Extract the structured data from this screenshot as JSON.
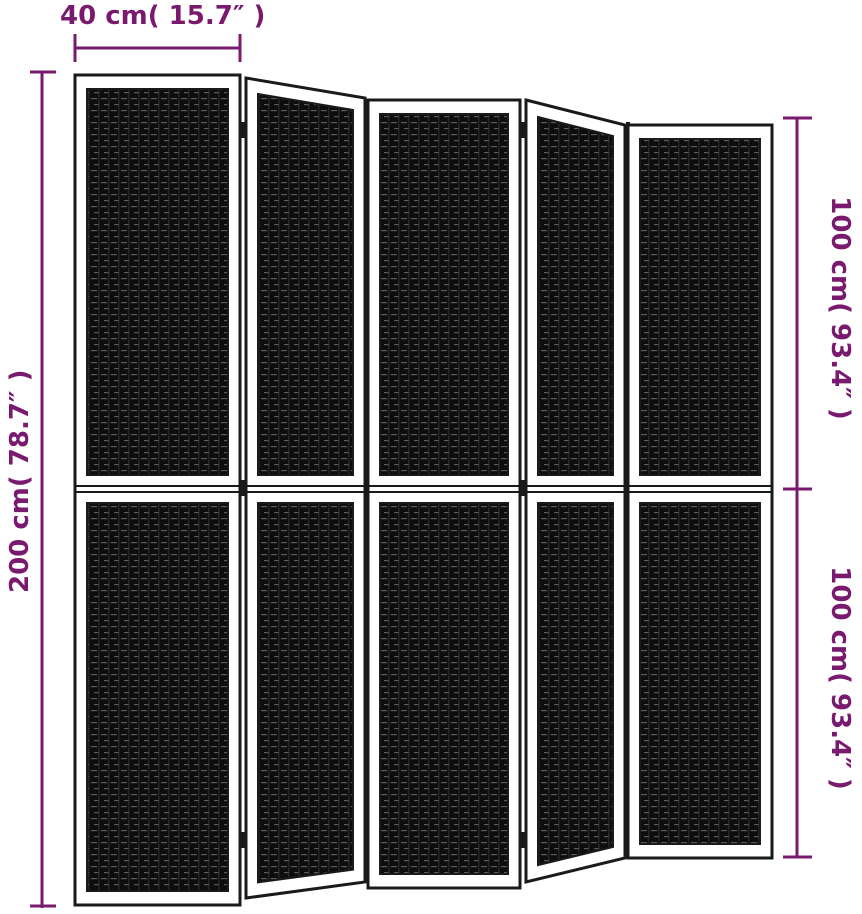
{
  "dimensions": {
    "width_label": "40 cm( 15.7″ )",
    "total_height_label": "200 cm( 78.7″ )",
    "top_section_label": "100 cm( 93.4″ )",
    "bottom_section_label": "100 cm( 93.4″ )"
  },
  "product": {
    "panel_count": 5,
    "sections_per_panel": 2
  },
  "colors": {
    "dimension": "#7a1a6e",
    "frame": "#1a1a1a",
    "weave": "#0d0d0d",
    "frame_fill": "#ffffff"
  }
}
